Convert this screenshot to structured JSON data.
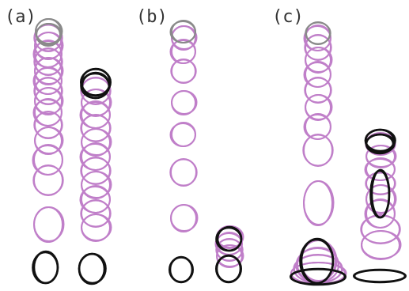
{
  "colors": {
    "trajectory": "#c07fc9",
    "start": "#8a8a8a",
    "final": "#111111",
    "ground": "#111111"
  },
  "panels": [
    {
      "id": "a",
      "label": "(a)"
    },
    {
      "id": "b",
      "label": "(b)"
    },
    {
      "id": "c",
      "label": "(c)"
    }
  ]
}
